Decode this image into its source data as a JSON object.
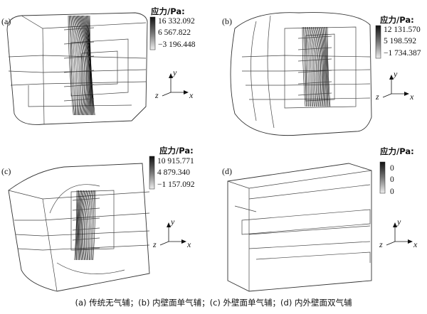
{
  "legend_title": "应力/Pa:",
  "axis_labels": {
    "y": "y",
    "z": "z",
    "x": "x"
  },
  "panels": [
    {
      "id": "a",
      "label": "(a)",
      "legend": [
        "16 332.092",
        "6 567.822",
        "−3 196.448"
      ]
    },
    {
      "id": "b",
      "label": "(b)",
      "legend": [
        "12 131.570",
        "5 198.592",
        "−1 734.387"
      ]
    },
    {
      "id": "c",
      "label": "(c)",
      "legend": [
        "10 915.771",
        "4 879.340",
        "−1 157.092"
      ]
    },
    {
      "id": "d",
      "label": "(d)",
      "legend": [
        "0",
        "0",
        "0"
      ]
    }
  ],
  "caption": "(a) 传统无气辅；(b) 内壁面单气辅；(c) 外壁面单气辅；(d) 内外壁面双气辅"
}
